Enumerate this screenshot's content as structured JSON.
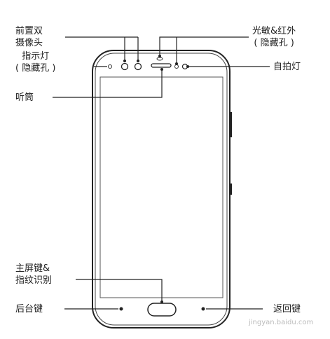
{
  "labels": {
    "front_camera_line1": "前置双",
    "front_camera_line2": "摄像头",
    "indicator_line1": "指示灯",
    "indicator_line2": "( 隐藏孔 )",
    "earpiece": "听筒",
    "light_sensor_line1": "光敏&红外",
    "light_sensor_line2": "( 隐藏孔 )",
    "selfie_flash": "自拍灯",
    "home_line1": "主屏键&",
    "home_line2": "指纹识别",
    "recent_key": "后台键",
    "back_key": "返回键"
  },
  "watermark": "jingyan.baidu.com",
  "colors": {
    "stroke": "#222222",
    "background": "#ffffff"
  }
}
